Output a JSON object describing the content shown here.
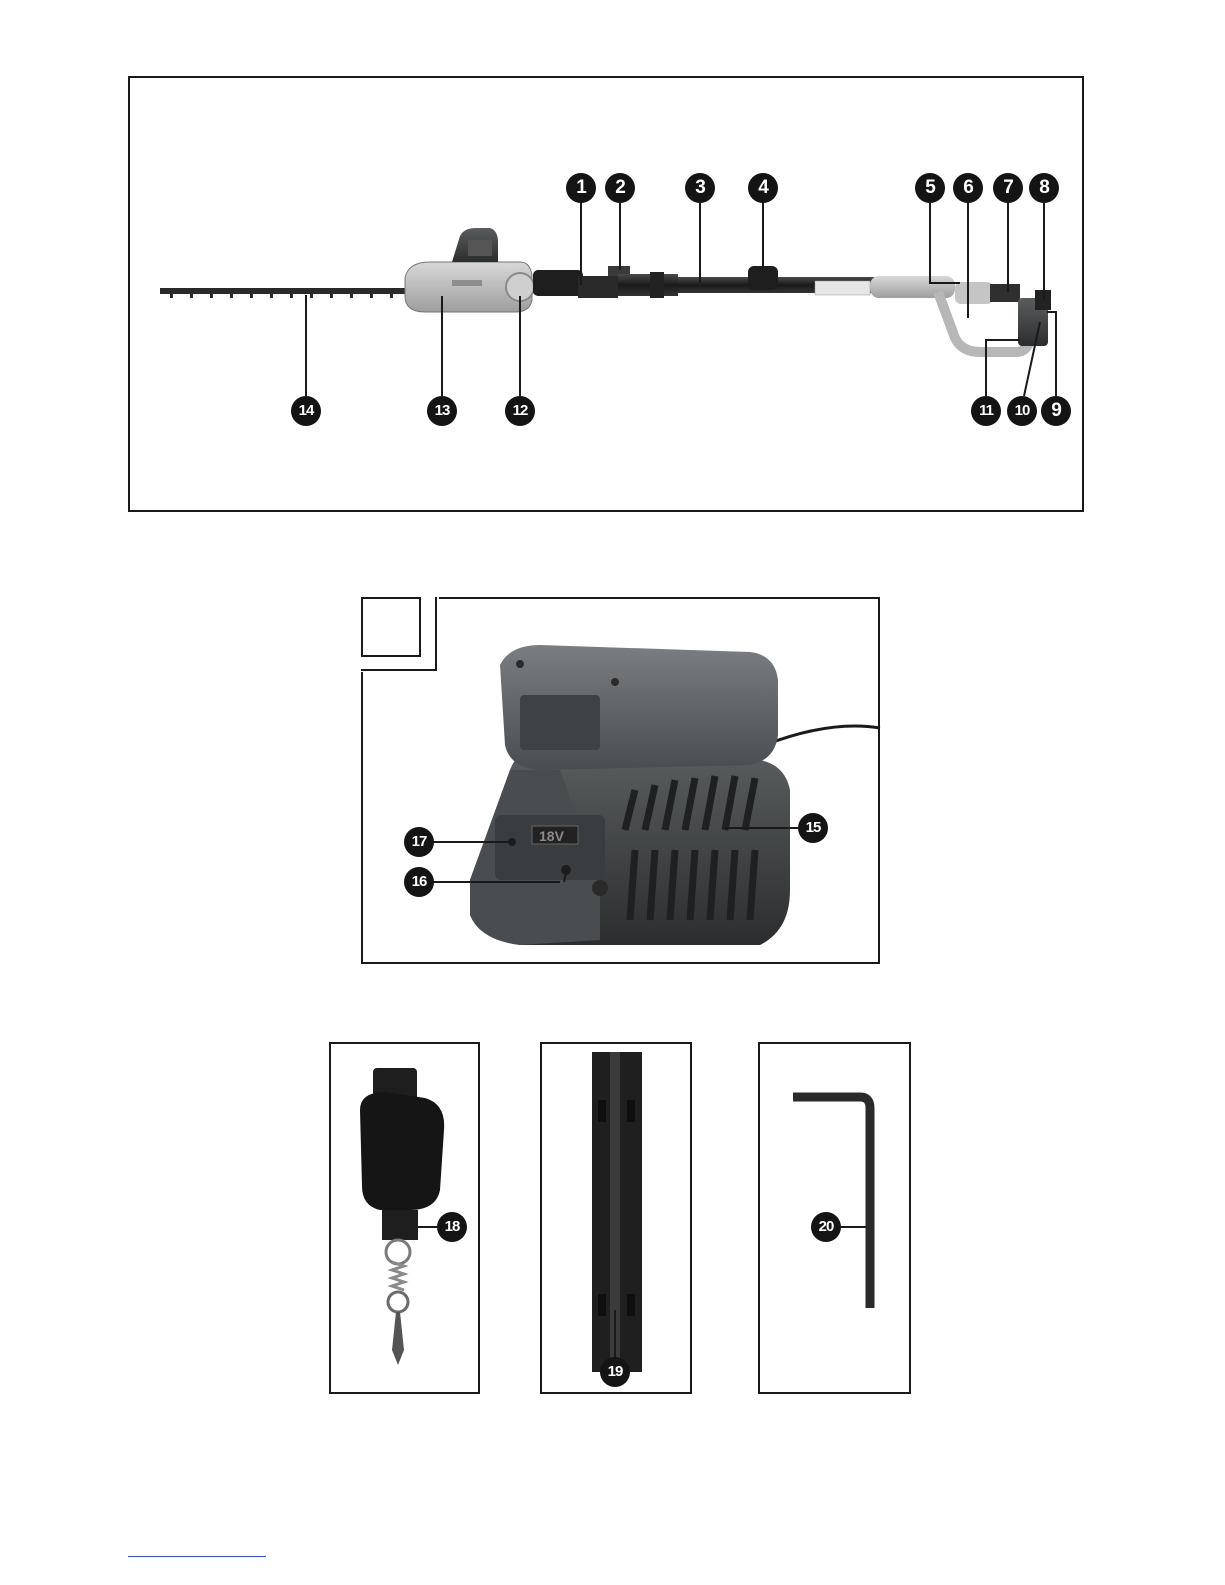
{
  "figures": {
    "hedge_trimmer": {
      "callouts": [
        "1",
        "2",
        "3",
        "4",
        "5",
        "6",
        "7",
        "8",
        "9",
        "10",
        "11",
        "12",
        "13",
        "14"
      ]
    },
    "charger": {
      "figure_label": "",
      "callouts": [
        "15",
        "16",
        "17"
      ],
      "voltage_marking": "18V"
    },
    "accessories": {
      "strap_callout": "18",
      "cover_callout": "19",
      "key_callout": "20"
    }
  },
  "colors": {
    "outline": "#1a1a1a",
    "badge": "#141414",
    "body_grey": "#b9b9b9",
    "plastic_dark": "#3c3f40"
  },
  "icons": [
    "hedge-trimmer-drawing",
    "charger-drawing",
    "shoulder-strap-drawing",
    "blade-cover-drawing",
    "allen-key-drawing"
  ]
}
